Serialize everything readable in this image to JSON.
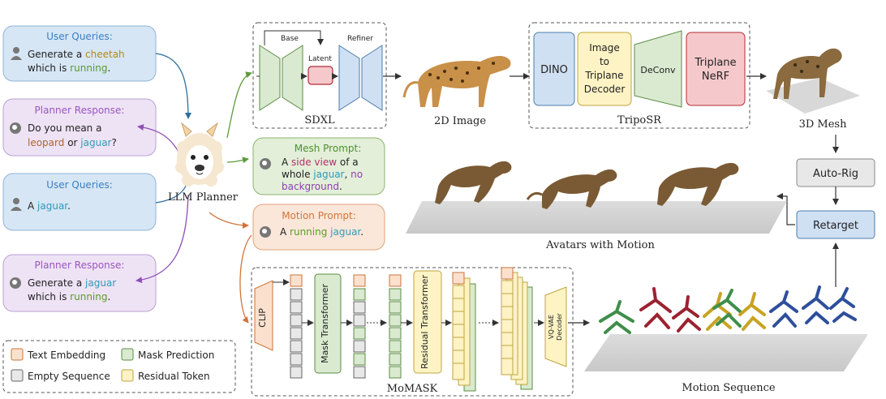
{
  "chat": {
    "user1_title": "User Queries:",
    "user1_line1_a": "Generate a ",
    "user1_line1_b": "cheetah",
    "user1_line2_a": "which is ",
    "user1_line2_b": "running",
    "user1_line2_c": ".",
    "planner1_title": "Planner Response:",
    "planner1_line1": "Do you mean a",
    "planner1_line2_a": "leopard",
    "planner1_line2_b": " or ",
    "planner1_line2_c": "jaguar",
    "planner1_line2_d": "?",
    "user2_title": "User Queries:",
    "user2_line1_a": "A ",
    "user2_line1_b": "jaguar",
    "user2_line1_c": ".",
    "planner2_title": "Planner Response:",
    "planner2_line1_a": "Generate a ",
    "planner2_line1_b": "jaguar",
    "planner2_line2_a": "which is ",
    "planner2_line2_b": "running",
    "planner2_line2_c": "."
  },
  "planner_label": "LLM Planner",
  "mesh_prompt": {
    "title": "Mesh Prompt:",
    "line1_a": "A ",
    "line1_b": "side view",
    "line1_c": " of a",
    "line2_a": "whole ",
    "line2_b": "jaguar",
    "line2_c": ", ",
    "line2_d": "no",
    "line3_a": "background",
    "line3_b": "."
  },
  "motion_prompt": {
    "title": "Motion Prompt:",
    "line1_a": "A ",
    "line1_b": "running",
    "line1_c": " ",
    "line1_d": "jaguar",
    "line1_e": "."
  },
  "sdxl": {
    "base": "Base",
    "latent": "Latent",
    "refiner": "Refiner",
    "label": "SDXL"
  },
  "image_label": "2D Image",
  "triposr": {
    "dino": "DINO",
    "decoder": [
      "Image",
      "to",
      "Triplane",
      "Decoder"
    ],
    "deconv": "DeConv",
    "nerf": [
      "Triplane",
      "NeRF"
    ],
    "label": "TripoSR"
  },
  "mesh_label": "3D Mesh",
  "autorig": "Auto-Rig",
  "retarget": "Retarget",
  "avatars_label": "Avatars with Motion",
  "momask": {
    "clip": "CLIP",
    "mask_transformer": "Mask Transformer",
    "residual_transformer": "Residual Transformer",
    "vqvae": [
      "VQ-VAE",
      "Decoder"
    ],
    "label": "MoMASK"
  },
  "motion_label": "Motion Sequence",
  "legend": {
    "text_embedding": "Text Embedding",
    "mask_prediction": "Mask Prediction",
    "empty_sequence": "Empty Sequence",
    "residual_token": "Residual Token"
  },
  "colors": {
    "user_bg": "#d6e6f5",
    "user_border": "#8fb4d9",
    "user_title": "#3a7fc1",
    "planner_bg": "#eee3f5",
    "planner_border": "#b9a0d2",
    "planner_title": "#9b54c0",
    "mesh_bg": "#e3efd9",
    "mesh_border": "#8bb56e",
    "mesh_title": "#4f8f2d",
    "motion_bg": "#fbe7d9",
    "motion_border": "#e0a27a",
    "motion_title": "#d0743a",
    "blue_block": "#cfe0f3",
    "yellow_block": "#fdf3c4",
    "green_block": "#d9ead0",
    "red_block": "#f5c9cc",
    "orange_block": "#fbe1cd",
    "gray_block": "#e8e8e8",
    "cheetah": "#b38a1a",
    "running": "#5a9a2a",
    "jaguar": "#2e9ab8",
    "leopard": "#b0642a",
    "sideview": "#b0306a",
    "nobg": "#8e3fb0"
  }
}
